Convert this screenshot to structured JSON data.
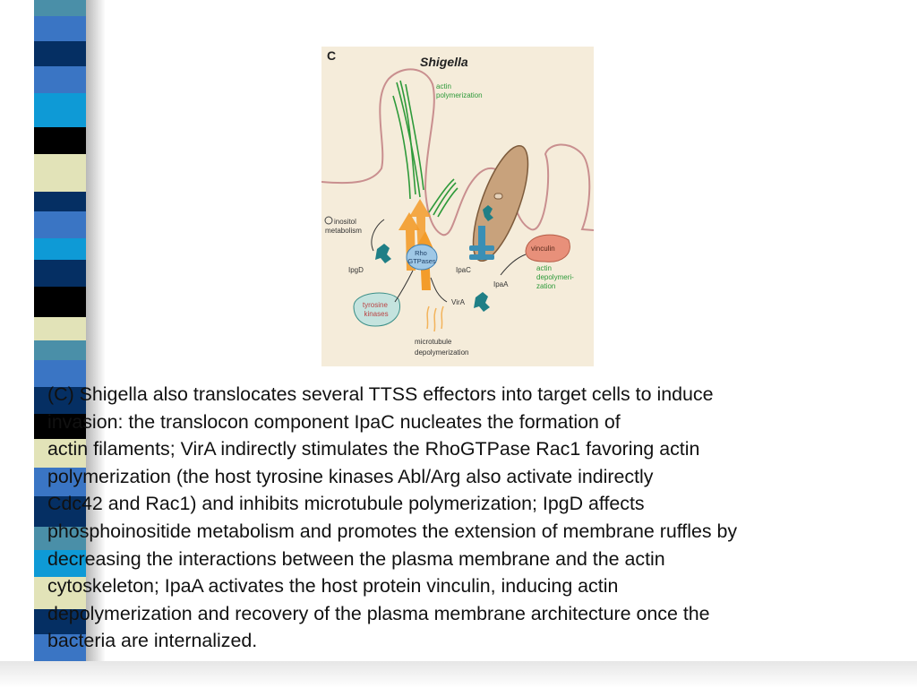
{
  "figure": {
    "panel_letter": "C",
    "title": "Shigella",
    "labels": {
      "actin_polymerization": [
        "actin",
        "polymerization"
      ],
      "inositol_metabolism": [
        "inositol",
        "metabolism"
      ],
      "ipgd": "IpgD",
      "rho_gtpases": [
        "Rho",
        "GTPases"
      ],
      "ipac": "IpaC",
      "vinculin": "vinculin",
      "actin_depolymerization": [
        "actin",
        "depolymeri-",
        "zation"
      ],
      "ipaa": "IpaA",
      "vira": "VirA",
      "tyrosine_kinases": [
        "tyrosine",
        "kinases"
      ],
      "microtubule_depolymerization": [
        "microtubule",
        "depolymerization"
      ]
    }
  },
  "caption": {
    "lines": [
      "(C) Shigella also translocates several TTSS effectors into target cells to induce",
      "invasion: the translocon component IpaC nucleates the formation of",
      "actin filaments; VirA indirectly stimulates the RhoGTPase Rac1 favoring actin",
      "polymerization (the host tyrosine kinases Abl/Arg also activate indirectly",
      "Cdc42 and Rac1) and inhibits microtubule polymerization; IpgD affects",
      "phosphoinositide metabolism and promotes the extension of membrane ruffles by",
      "decreasing the interactions between the plasma membrane and the actin",
      "cytoskeleton; IpaA activates the host protein vinculin, inducing actin",
      "depolymerization and recovery of the plasma membrane architecture once the",
      "bacteria are internalized."
    ]
  },
  "colors": {
    "stripe_blue": "#3a75c4",
    "stripe_navy": "#052f63",
    "stripe_cream": "#e2e3b8",
    "stripe_teal": "#4a8fa8",
    "stripe_cyan": "#0e9ad6",
    "stripe_black": "#000000",
    "figure_bg": "#f5ecda",
    "membrane": "#c98f8f",
    "bacterium": "#c8a27c",
    "actin_green": "#2e9a3a",
    "arrow_orange": "#f39c2a",
    "vinculin_fill": "#e8907a",
    "tyrosine_fill": "#c4e3de",
    "effector_teal": "#1f7f86"
  }
}
